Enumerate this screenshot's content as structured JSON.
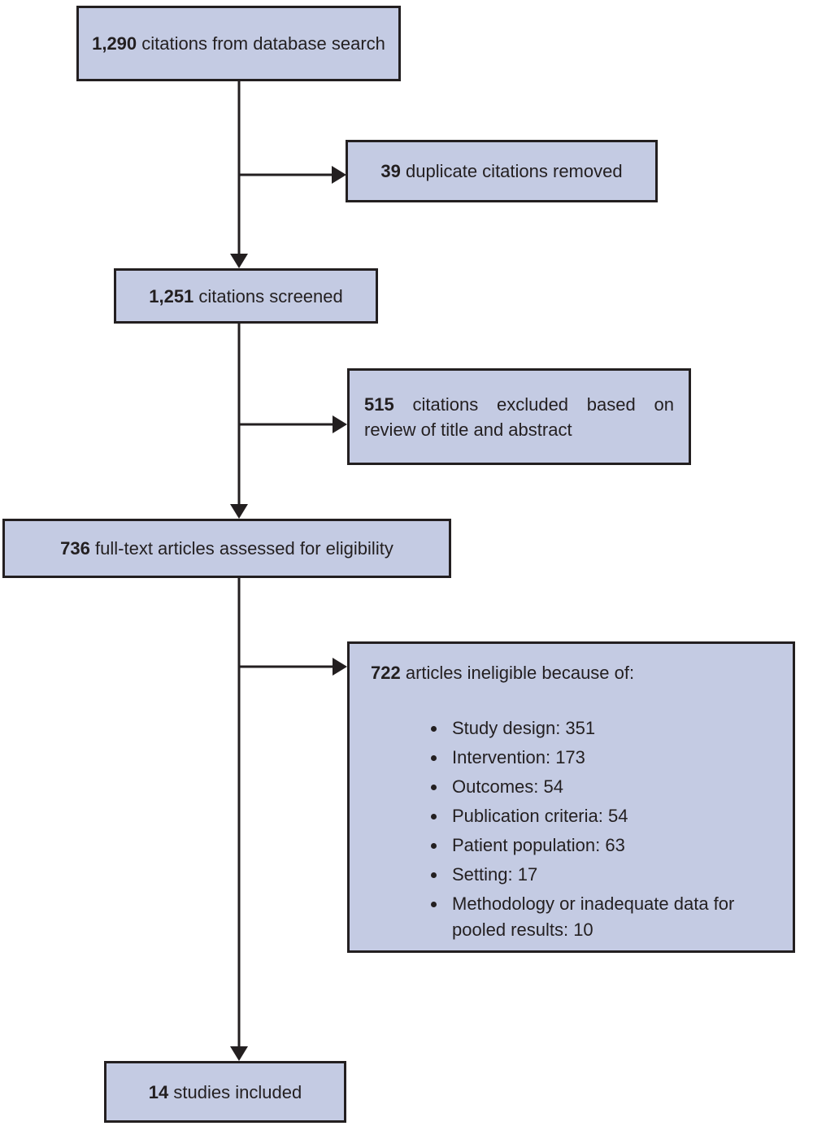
{
  "colors": {
    "box_fill": "#c4cbe3",
    "box_border": "#231f20",
    "text": "#231f20",
    "background": "#ffffff"
  },
  "boxes": {
    "database_search": {
      "count": "1,290",
      "label": "citations from database search"
    },
    "duplicates_removed": {
      "count": "39",
      "label": "duplicate citations removed"
    },
    "citations_screened": {
      "count": "1,251",
      "label": "citations screened"
    },
    "citations_excluded": {
      "count": "515",
      "label": "citations excluded based on review of title and abstract"
    },
    "fulltext_assessed": {
      "count": "736",
      "label": "full-text articles assessed for eligibility"
    },
    "articles_ineligible": {
      "count": "722",
      "label": "articles ineligible because of:",
      "reasons": [
        "Study design: 351",
        "Intervention: 173",
        "Outcomes: 54",
        "Publication criteria: 54",
        "Patient population: 63",
        "Setting: 17",
        "Methodology or inadequate data for pooled results: 10"
      ]
    },
    "studies_included": {
      "count": "14",
      "label": "studies included"
    }
  }
}
